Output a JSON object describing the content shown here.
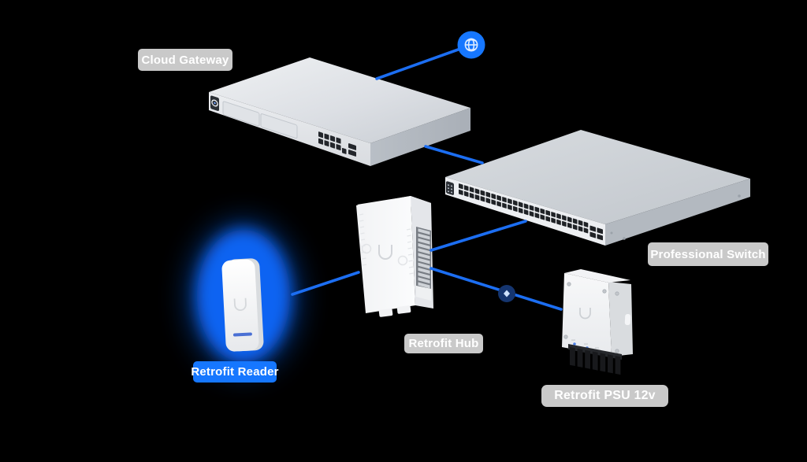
{
  "page": {
    "background": "#000000"
  },
  "colors": {
    "accent_blue": "#1677ff",
    "connector_blue": "#1c6ef2",
    "junction_dot_blue": "#15356f",
    "reader_glow_blue": "#0f63f2",
    "label_gray_bg": "#c9c9c9",
    "label_text": "#ffffff",
    "device_gray": "#d3d7dc"
  },
  "diagram": {
    "nodes": [
      {
        "id": "internet-globe",
        "icon": "globe-icon"
      },
      {
        "id": "cloud-gateway",
        "label": "Cloud Gateway",
        "label_style": "gray"
      },
      {
        "id": "professional-switch",
        "label": "Professional Switch",
        "label_style": "gray"
      },
      {
        "id": "retrofit-hub",
        "label": "Retrofit Hub",
        "label_style": "gray"
      },
      {
        "id": "retrofit-reader",
        "label": "Retrofit Reader",
        "label_style": "blue",
        "highlighted": true
      },
      {
        "id": "retrofit-psu-12v",
        "label": "Retrofit PSU 12v",
        "label_style": "gray"
      }
    ],
    "connections": [
      {
        "from": "internet-globe",
        "to": "cloud-gateway"
      },
      {
        "from": "cloud-gateway",
        "to": "professional-switch"
      },
      {
        "from": "professional-switch",
        "to": "retrofit-hub"
      },
      {
        "from": "retrofit-hub",
        "to": "retrofit-psu-12v",
        "junction_dot": true
      },
      {
        "from": "retrofit-hub",
        "to": "retrofit-reader"
      }
    ]
  }
}
